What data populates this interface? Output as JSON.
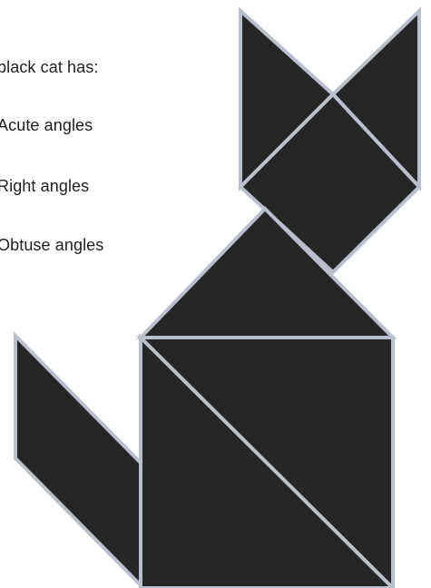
{
  "text": {
    "title": "black cat has:",
    "items": [
      "Acute angles",
      "Right angles",
      "Obtuse angles"
    ]
  },
  "diagram": {
    "fill_color": "#262626",
    "stroke_color": "#b9bfcc"
  }
}
